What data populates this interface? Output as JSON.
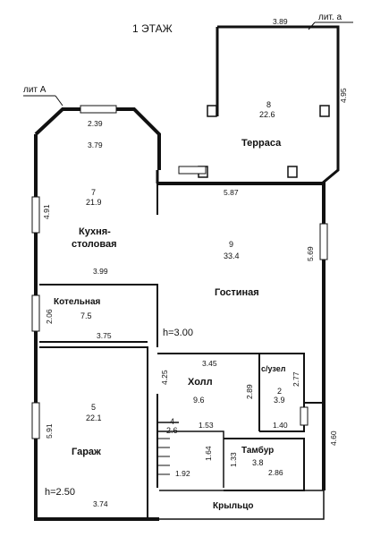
{
  "title": "1 ЭТАЖ",
  "labels": {
    "lit_a_small": "лит. а",
    "lit_A": "лит А",
    "height_main": "h=3.00",
    "height_garage": "h=2.50"
  },
  "rooms": [
    {
      "id": "terrace",
      "num": "8",
      "area": "22.6",
      "name": "Терраса"
    },
    {
      "id": "kitchen",
      "num": "7",
      "area": "21.9",
      "name_line1": "Кухня-",
      "name_line2": "столовая"
    },
    {
      "id": "living",
      "num": "9",
      "area": "33.4",
      "name": "Гостиная"
    },
    {
      "id": "boiler",
      "num": "",
      "area": "7.5",
      "name": "Котельная"
    },
    {
      "id": "garage",
      "num": "5",
      "area": "22.1",
      "name": "Гараж"
    },
    {
      "id": "hall",
      "num": "",
      "area": "9.6",
      "name": "Холл"
    },
    {
      "id": "wc",
      "num": "2",
      "area": "3.9",
      "name": "с/узел"
    },
    {
      "id": "stairs",
      "num": "4",
      "area": "2.6",
      "name": ""
    },
    {
      "id": "vestibule",
      "num": "",
      "area": "3.8",
      "name": "Тамбур"
    },
    {
      "id": "porch",
      "num": "",
      "area": "",
      "name": "Крыльцо"
    }
  ],
  "dims": {
    "terrace_top": "3.89",
    "terrace_right": "4.95",
    "kitchen_top": "2.39",
    "kitchen_width": "3.79",
    "kitchen_left": "4.91",
    "living_top": "5.87",
    "living_right": "5.69",
    "kitchen_bottom": "3.99",
    "boiler_left": "2.06",
    "boiler_bottom": "3.75",
    "hall_top": "3.45",
    "hall_left": "4.25",
    "hall_right": "2.89",
    "wc_right": "2.77",
    "wc_bottom": "1.40",
    "stairs_top": "1.53",
    "stairs_side": "1.64",
    "stairs_bottom": "1.92",
    "vest_left": "1.33",
    "vest_bottom": "2.86",
    "garage_left": "5.91",
    "garage_bottom": "3.74",
    "right_outer": "4.60"
  }
}
